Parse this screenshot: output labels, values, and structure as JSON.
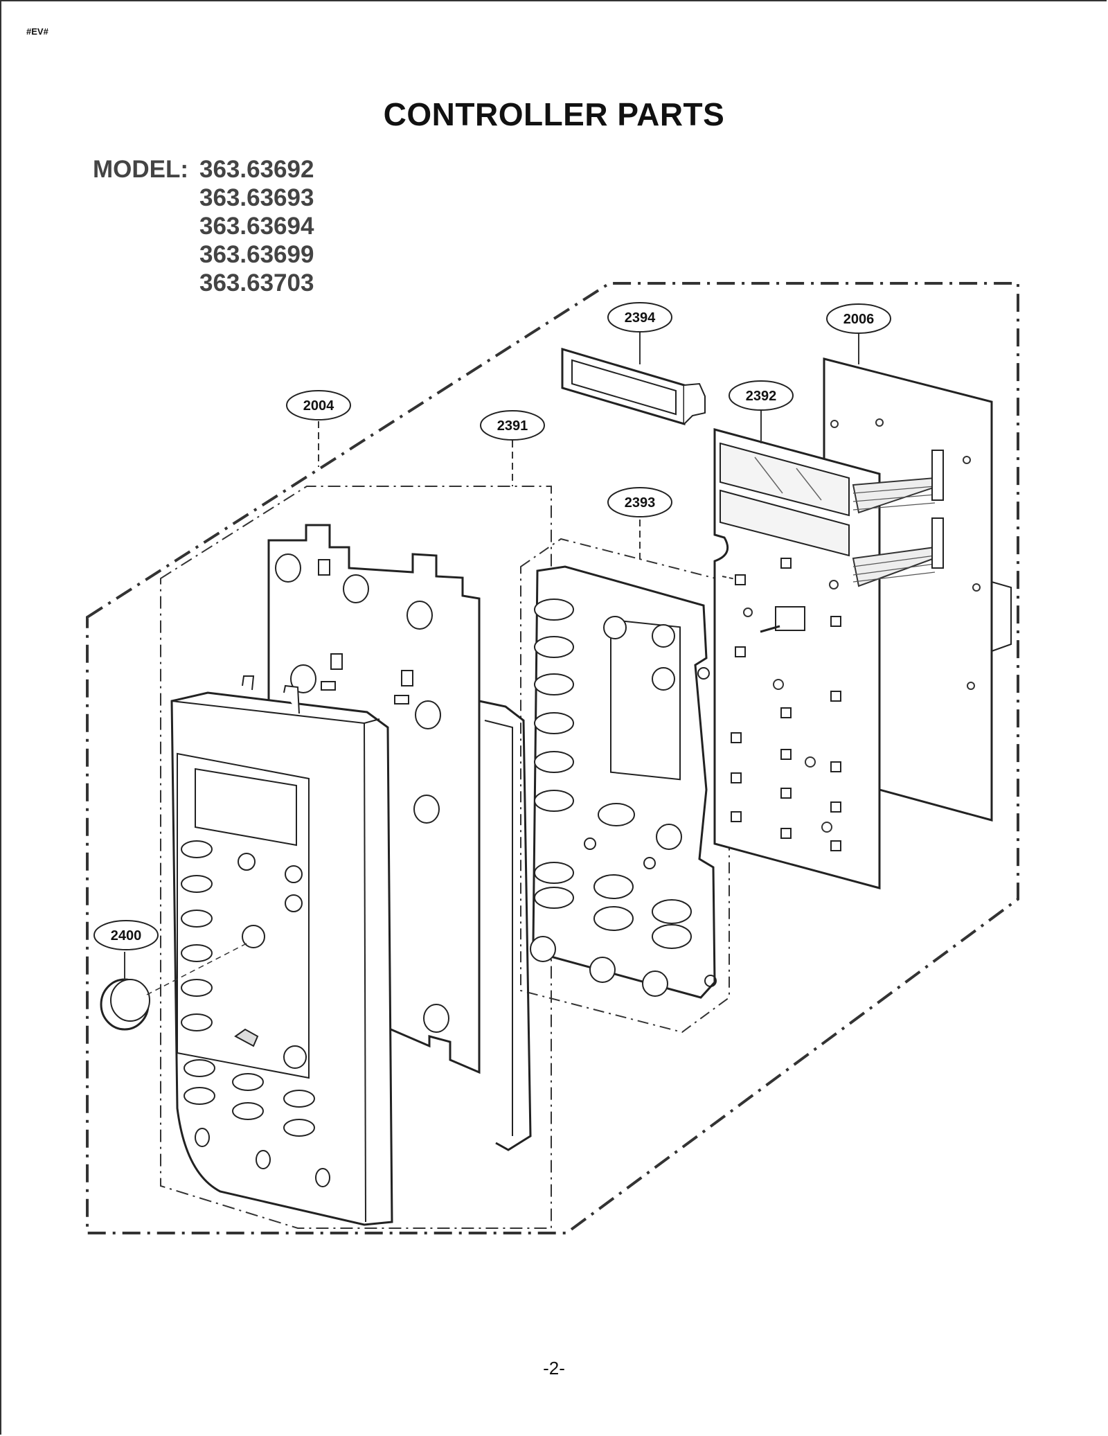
{
  "header": {
    "doc_code": "#EV#"
  },
  "title": "CONTROLLER PARTS",
  "models": {
    "label": "MODEL:",
    "numbers": [
      "363.63692",
      "363.63693",
      "363.63694",
      "363.63699",
      "363.63703"
    ]
  },
  "callouts": {
    "c2394": "2394",
    "c2006": "2006",
    "c2392": "2392",
    "c2004": "2004",
    "c2391": "2391",
    "c2393": "2393",
    "c2400": "2400"
  },
  "footer": {
    "page_number": "-2-"
  }
}
